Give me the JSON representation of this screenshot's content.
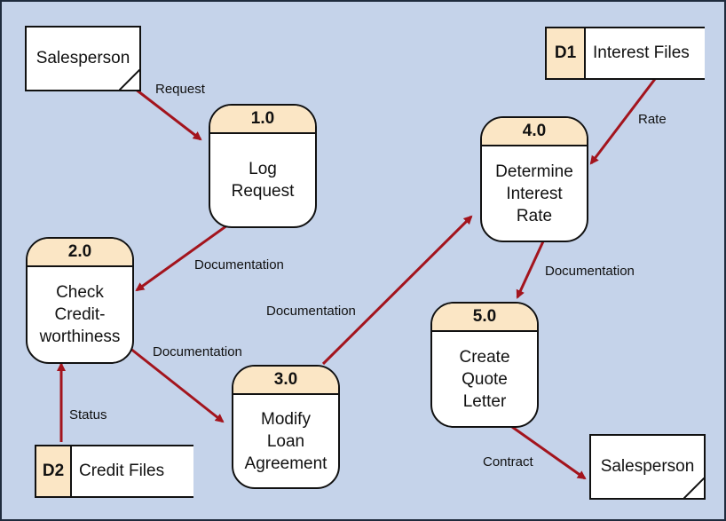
{
  "entities": {
    "salesperson_source": "Salesperson",
    "salesperson_sink": "Salesperson"
  },
  "stores": {
    "d1": {
      "id": "D1",
      "name": "Interest Files"
    },
    "d2": {
      "id": "D2",
      "name": "Credit Files"
    }
  },
  "processes": {
    "p1": {
      "id": "1.0",
      "name": "Log\nRequest"
    },
    "p2": {
      "id": "2.0",
      "name": "Check\nCredit-\nworthiness"
    },
    "p3": {
      "id": "3.0",
      "name": "Modify\nLoan\nAgreement"
    },
    "p4": {
      "id": "4.0",
      "name": "Determine\nInterest\nRate"
    },
    "p5": {
      "id": "5.0",
      "name": "Create\nQuote\nLetter"
    }
  },
  "flows": {
    "request": "Request",
    "doc_1_to_2": "Documentation",
    "status": "Status",
    "doc_2_to_3": "Documentation",
    "doc_3_to_4": "Documentation",
    "rate": "Rate",
    "doc_4_to_5": "Documentation",
    "contract": "Contract"
  },
  "colors": {
    "background": "#c5d3ea",
    "arrow": "#a3141d",
    "header_fill": "#fbe6c5"
  }
}
